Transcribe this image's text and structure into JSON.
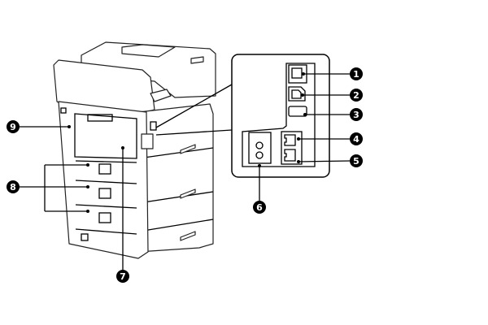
{
  "diagram": {
    "title": "Printer rear view",
    "callouts": [
      {
        "id": "1",
        "label": "1"
      },
      {
        "id": "2",
        "label": "2"
      },
      {
        "id": "3",
        "label": "3"
      },
      {
        "id": "4",
        "label": "4"
      },
      {
        "id": "5",
        "label": "5"
      },
      {
        "id": "6",
        "label": "6"
      },
      {
        "id": "7",
        "label": "7"
      },
      {
        "id": "8",
        "label": "8"
      },
      {
        "id": "9",
        "label": "9"
      }
    ]
  }
}
